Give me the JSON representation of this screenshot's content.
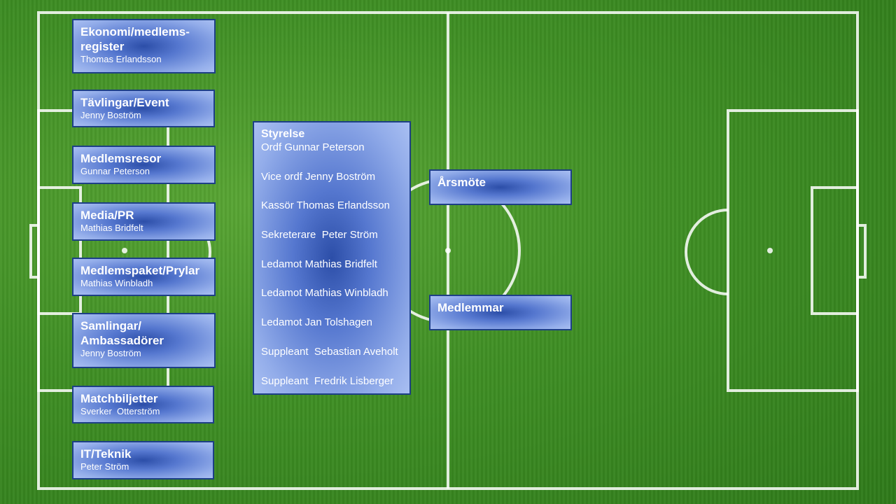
{
  "committees": [
    {
      "title": "Ekonomi/medlems-\nregister",
      "name": "Thomas Erlandsson"
    },
    {
      "title": "Tävlingar/Event",
      "name": "Jenny Boström"
    },
    {
      "title": "Medlemsresor",
      "name": "Gunnar Peterson"
    },
    {
      "title": "Media/PR",
      "name": "Mathias Bridfelt"
    },
    {
      "title": "Medlemspaket/Prylar",
      "name": "Mathias Winbladh"
    },
    {
      "title": "Samlingar/\nAmbassadörer",
      "name": "Jenny Boström"
    },
    {
      "title": "Matchbiljetter",
      "name": "Sverker  Otterström"
    },
    {
      "title": "IT/Teknik",
      "name": "Peter Ström"
    }
  ],
  "board": {
    "title": "Styrelse",
    "members": [
      "Ordf Gunnar Peterson",
      "Vice ordf Jenny Boström",
      "Kassör Thomas Erlandsson",
      "Sekreterare  Peter Ström",
      "Ledamot Mathias Bridfelt",
      "Ledamot Mathias Winbladh",
      "Ledamot Jan Tolshagen",
      "Suppleant  Sebastian Aveholt",
      "Suppleant  Fredrik Lisberger"
    ]
  },
  "annual_meeting": {
    "title": "Årsmöte"
  },
  "members_box": {
    "title": "Medlemmar"
  }
}
